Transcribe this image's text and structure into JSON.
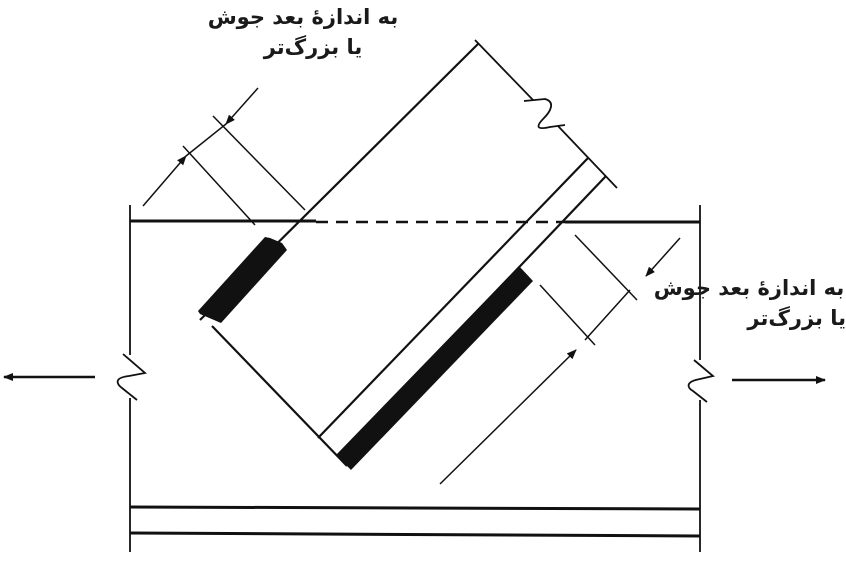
{
  "diagram": {
    "title": "",
    "type": "welded gusset plate connection detail",
    "colors": {
      "line": "#111111",
      "weld": "#111111",
      "background": "#ffffff"
    },
    "annotations": {
      "top": {
        "line1": "به اندازۀ بعد جوش",
        "line2": "یا بزرگ‌تر"
      },
      "right": {
        "line1": "به اندازۀ بعد جوش",
        "line2": "یا بزرگ‌تر"
      }
    },
    "elements": [
      "gusset-plate",
      "diagonal-member",
      "weld-left",
      "weld-right",
      "hidden-line-dashed",
      "dimension-top",
      "dimension-right",
      "tension-arrow-left",
      "tension-arrow-right",
      "break-mark-left",
      "break-mark-right",
      "break-mark-member",
      "bottom-flange"
    ]
  }
}
